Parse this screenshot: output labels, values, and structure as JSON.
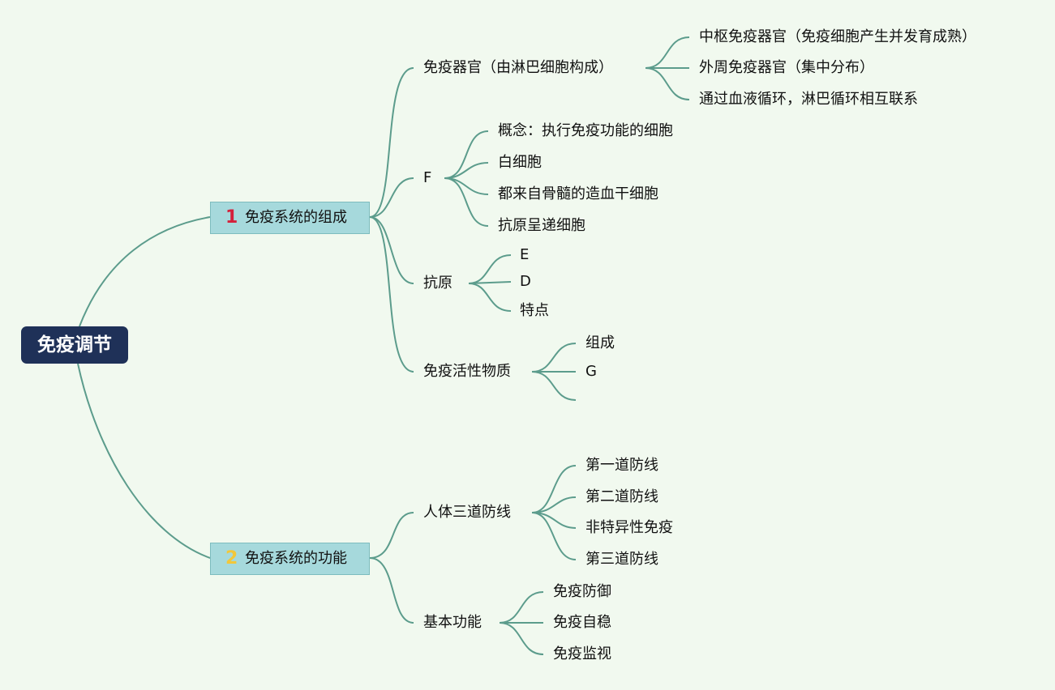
{
  "root": {
    "label": "免疫调节"
  },
  "colors": {
    "line": "#5c9c8c",
    "root_bg": "#1f3158",
    "main_bg": "#a6d9dc",
    "num1": "#d4203b",
    "num2": "#f2c73a"
  },
  "branches": [
    {
      "num": "1",
      "label": "免疫系统的组成",
      "children": [
        {
          "label": "免疫器官（由淋巴细胞构成）",
          "children": [
            "中枢免疫器官（免疫细胞产生并发育成熟）",
            "外周免疫器官（集中分布）",
            "通过血液循环，淋巴循环相互联系"
          ]
        },
        {
          "label": "F",
          "children": [
            "概念：执行免疫功能的细胞",
            "白细胞",
            "都来自骨髓的造血干细胞",
            "抗原呈递细胞"
          ]
        },
        {
          "label": "抗原",
          "children": [
            "E",
            "D",
            "特点"
          ]
        },
        {
          "label": "免疫活性物质",
          "children": [
            "组成",
            "G",
            ""
          ]
        }
      ]
    },
    {
      "num": "2",
      "label": "免疫系统的功能",
      "children": [
        {
          "label": "人体三道防线",
          "children": [
            "第一道防线",
            "第二道防线",
            "非特异性免疫",
            "第三道防线"
          ]
        },
        {
          "label": "基本功能",
          "children": [
            "免疫防御",
            "免疫自稳",
            "免疫监视"
          ]
        }
      ]
    }
  ]
}
